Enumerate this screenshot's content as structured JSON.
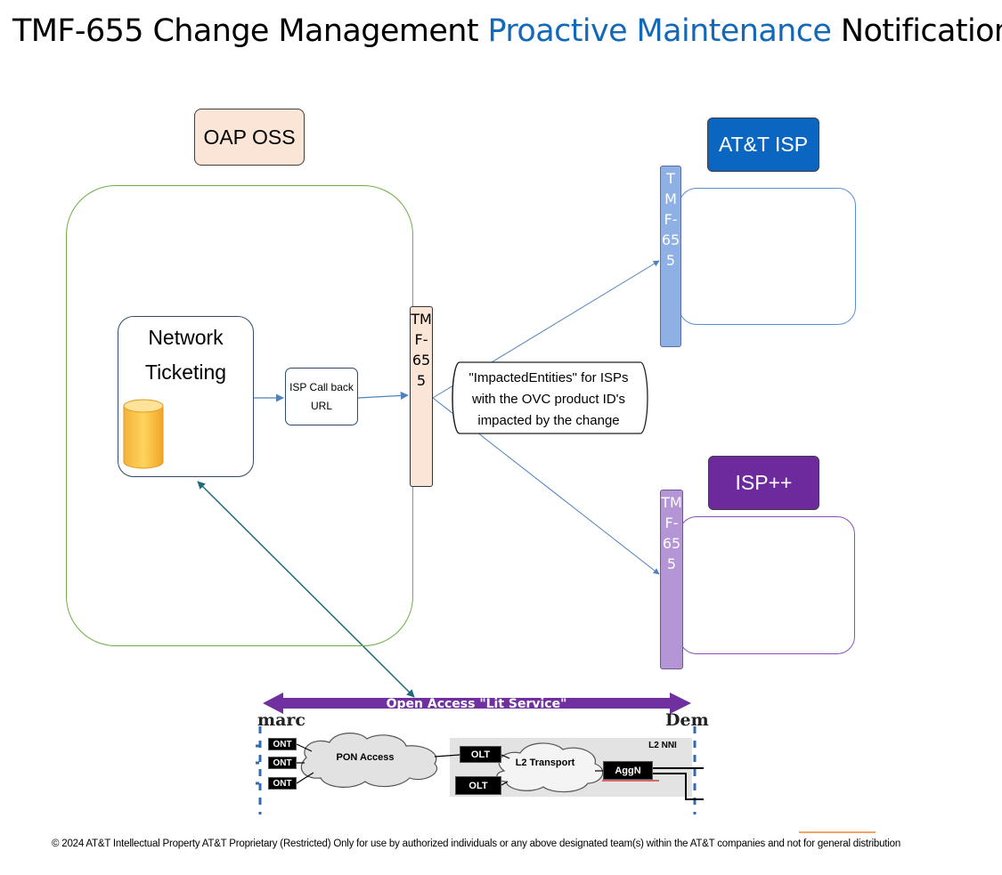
{
  "title": {
    "prefix": "TMF-655 Change Management",
    "highlight": "Proactive Maintenance",
    "suffix": "Notification"
  },
  "oap": {
    "label": "OAP OSS",
    "ticketing_line1": "Network",
    "ticketing_line2": "Ticketing",
    "callback_url": "ISP Call back URL"
  },
  "tmf_label": "TMF-655",
  "impacted_note": "\"ImpactedEntities\" for ISPs with the OVC product ID's impacted by the change",
  "isp_targets": [
    {
      "label": "AT&T ISP",
      "color": "#0b66c2"
    },
    {
      "label": "ISP++",
      "color": "#6d2a9c"
    }
  ],
  "network": {
    "banner": "Open Access \"Lit Service\"",
    "demarc_left": "marc",
    "demarc_right": "Dem",
    "ont_label": "ONT",
    "pon_access": "PON Access",
    "olt_label": "OLT",
    "l2_transport": "L2 Transport",
    "aggn_label": "AggN",
    "l2_nni": "L2 NNI"
  },
  "footer": {
    "left": "© 2024 AT&T Intellectual Property",
    "middle": "AT&T Proprietary (Restricted) Only for use by authorized individuals or any above",
    "right": "designated team(s) within the AT&T companies and not for general distribution"
  },
  "colors": {
    "accent_blue": "#1468b8",
    "oap_border": "#70ad47",
    "banner_purple": "#7030a0",
    "arrow_blue": "#5b8fd8",
    "database_gold": "#ffc000"
  }
}
